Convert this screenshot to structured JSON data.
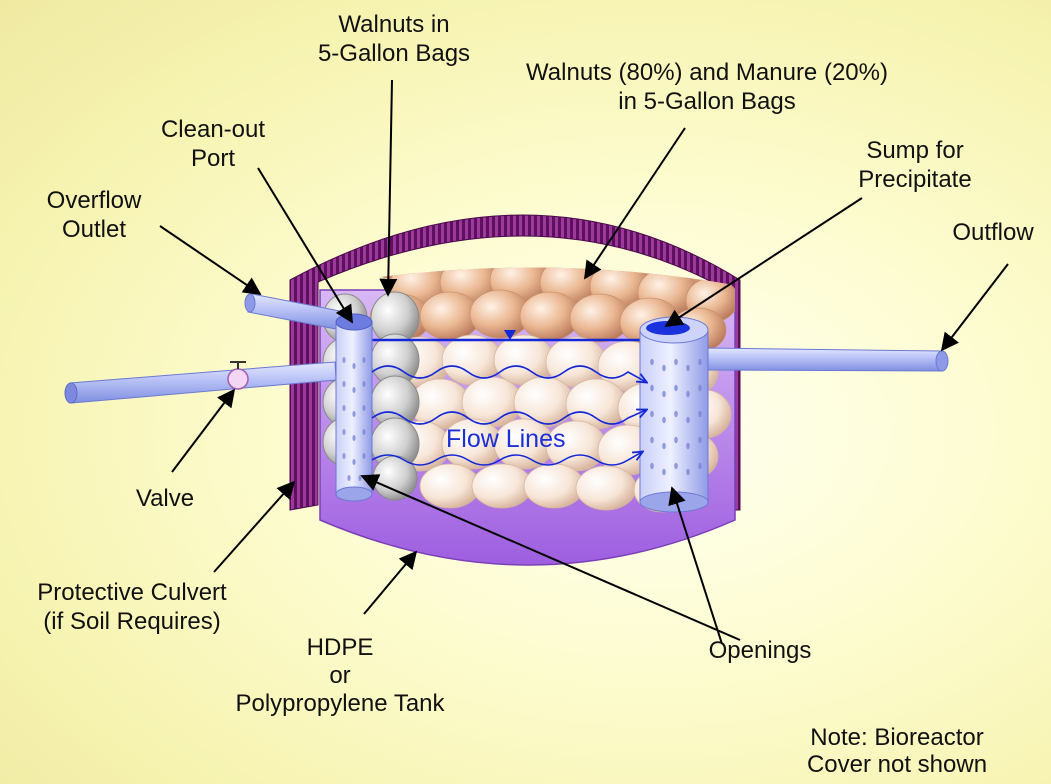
{
  "labels": {
    "walnuts_bags": [
      "Walnuts in",
      "5-Gallon Bags"
    ],
    "walnuts_manure": [
      "Walnuts (80%) and Manure (20%)",
      "in 5-Gallon Bags"
    ],
    "cleanout_port": [
      "Clean-out",
      "Port"
    ],
    "sump": [
      "Sump for",
      "Precipitate"
    ],
    "overflow_outlet": [
      "Overflow",
      "Outlet"
    ],
    "outflow": "Outflow",
    "valve": "Valve",
    "protective_culvert": [
      "Protective Culvert",
      "(if Soil Requires)"
    ],
    "hdpe_tank": [
      "HDPE",
      "or",
      "Polypropylene Tank"
    ],
    "openings": "Openings",
    "flow_lines": "Flow Lines",
    "note": [
      "Note: Bioreactor",
      "Cover not shown"
    ]
  },
  "colors": {
    "culvert": "#7a1a7a",
    "tank": "#c79cf0",
    "pipe": "#aeb8f5",
    "water_line": "#1428d8",
    "walnut": "#e8b48e",
    "bag_gray": "#c4c4c4",
    "arrow": "#000000"
  }
}
